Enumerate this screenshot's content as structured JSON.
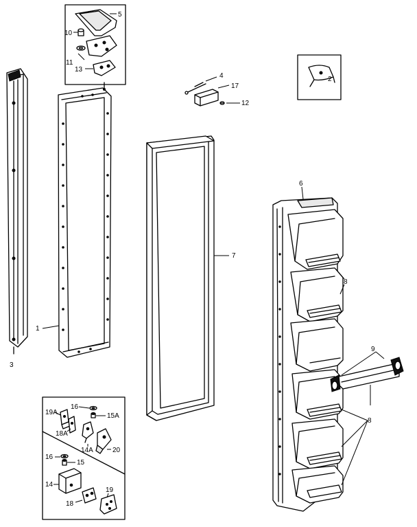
{
  "diagram": {
    "callouts": {
      "c1": "1",
      "c2": "2",
      "c3": "3",
      "c4": "4",
      "c5": "5",
      "c6": "6",
      "c7": "7",
      "c8a": "8",
      "c8b": "8",
      "c9": "9",
      "c10": "10",
      "c11": "11",
      "c12": "12",
      "c13": "13",
      "c14": "14",
      "c14A": "14A",
      "c15": "15",
      "c15A": "15A",
      "c16a": "16",
      "c16b": "16",
      "c17": "17",
      "c18": "18",
      "c18A": "18A",
      "c19": "19",
      "c19A": "19A",
      "c20": "20"
    }
  }
}
